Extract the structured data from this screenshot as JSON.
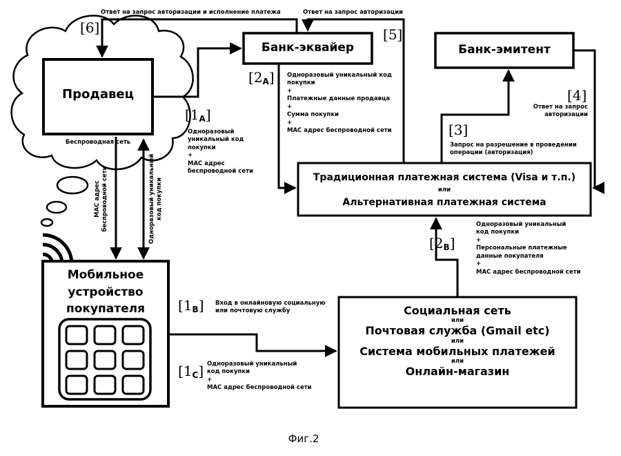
{
  "nodes": {
    "seller": "Продавец",
    "wireless_network": "Беспроводная сеть",
    "acquirer": "Банк-эквайер",
    "issuer": "Банк-эмитент",
    "payment_system": {
      "line1": "Традиционная платежная система (Visa и т.п.)",
      "or": "или",
      "line2": "Альтернативная платежная система"
    },
    "buyer_device": [
      "Мобильное",
      "устройство",
      "покупателя"
    ],
    "social": {
      "line1": "Социальная сеть",
      "or1": "или",
      "line2": "Почтовая служба (Gmail etc)",
      "or2": "или",
      "line3": "Система мобильных платежей",
      "or3": "или",
      "line4": "Онлайн-магазин"
    }
  },
  "steps": {
    "s1a": {
      "num": "1",
      "sub": "A",
      "lines": [
        "Одноразовый",
        "уникальный код",
        "покупки",
        "+",
        "МАС адрес",
        "беспроводной сети"
      ]
    },
    "s2a": {
      "num": "2",
      "sub": "A",
      "lines": [
        "Одноразовый уникальный код",
        "покупки",
        "+",
        "Платежные данные продавца",
        "+",
        "Сумма покупки",
        "+",
        "МАС адрес беспроводной сети"
      ]
    },
    "s3": {
      "num": "3",
      "lines": [
        "Запрос на разрешение в проведении",
        "операции (авторизация)"
      ]
    },
    "s4": {
      "num": "4",
      "lines": [
        "Ответ на запрос",
        "авторизации"
      ]
    },
    "s5": {
      "num": "5",
      "label": "Ответ на запрос авторизации"
    },
    "s6": {
      "num": "6",
      "label": "Ответ на запрос авторизации и исполнение платежа"
    },
    "s1b": {
      "num": "1",
      "sub": "B",
      "lines": [
        "Вход в онлайновую социальную",
        "или почтовую службу"
      ]
    },
    "s1c": {
      "num": "1",
      "sub": "C",
      "lines": [
        "Одноразовый уникальный",
        "код покупки",
        "+",
        "МАС адрес беспроводной сети"
      ]
    },
    "s2b": {
      "num": "2",
      "sub": "B",
      "lines": [
        "Одноразовый уникальный",
        "код покупки",
        "+",
        "Персональные платежные",
        "данные покупателя",
        "+",
        "МАС адрес беспроводной сети"
      ]
    },
    "mac_vertical": [
      "МАС адрес",
      "беспроводной сети"
    ],
    "code_vertical": [
      "Одноразовый уникальный",
      "код покупки"
    ]
  },
  "caption": "Фиг.2"
}
